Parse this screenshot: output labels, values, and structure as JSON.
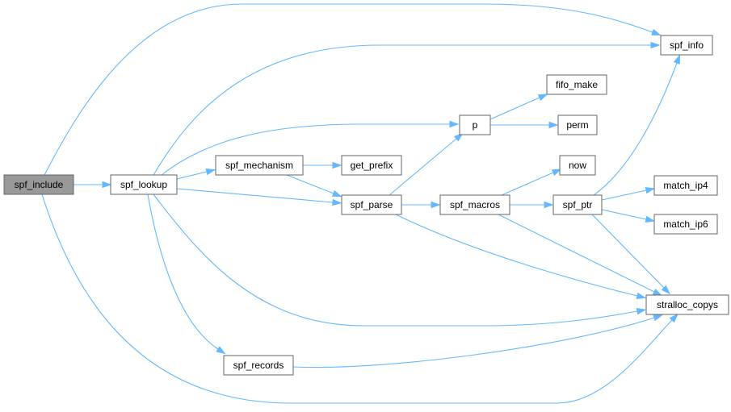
{
  "colors": {
    "edge": "#63b8ff",
    "node_border": "#666666",
    "node_fill": "#ffffff",
    "root_fill": "#999999",
    "text": "#000000"
  },
  "nodes": {
    "spf_include": {
      "label": "spf_include",
      "root": true
    },
    "spf_lookup": {
      "label": "spf_lookup"
    },
    "spf_mechanism": {
      "label": "spf_mechanism"
    },
    "get_prefix": {
      "label": "get_prefix"
    },
    "p": {
      "label": "p"
    },
    "fifo_make": {
      "label": "fifo_make"
    },
    "perm": {
      "label": "perm"
    },
    "spf_info": {
      "label": "spf_info"
    },
    "now": {
      "label": "now"
    },
    "spf_parse": {
      "label": "spf_parse"
    },
    "spf_macros": {
      "label": "spf_macros"
    },
    "spf_ptr": {
      "label": "spf_ptr"
    },
    "match_ip4": {
      "label": "match_ip4"
    },
    "match_ip6": {
      "label": "match_ip6"
    },
    "stralloc_copys": {
      "label": "stralloc_copys"
    },
    "spf_records": {
      "label": "spf_records"
    }
  },
  "edges": [
    [
      "spf_include",
      "spf_lookup"
    ],
    [
      "spf_include",
      "spf_info"
    ],
    [
      "spf_include",
      "stralloc_copys"
    ],
    [
      "spf_lookup",
      "spf_info"
    ],
    [
      "spf_lookup",
      "p"
    ],
    [
      "spf_lookup",
      "spf_mechanism"
    ],
    [
      "spf_lookup",
      "spf_parse"
    ],
    [
      "spf_lookup",
      "stralloc_copys"
    ],
    [
      "spf_lookup",
      "spf_records"
    ],
    [
      "spf_mechanism",
      "get_prefix"
    ],
    [
      "spf_mechanism",
      "spf_parse"
    ],
    [
      "spf_parse",
      "p"
    ],
    [
      "spf_parse",
      "spf_macros"
    ],
    [
      "spf_parse",
      "stralloc_copys"
    ],
    [
      "p",
      "fifo_make"
    ],
    [
      "p",
      "perm"
    ],
    [
      "spf_macros",
      "now"
    ],
    [
      "spf_macros",
      "spf_ptr"
    ],
    [
      "spf_macros",
      "stralloc_copys"
    ],
    [
      "spf_ptr",
      "spf_info"
    ],
    [
      "spf_ptr",
      "match_ip4"
    ],
    [
      "spf_ptr",
      "match_ip6"
    ],
    [
      "spf_ptr",
      "stralloc_copys"
    ],
    [
      "spf_records",
      "stralloc_copys"
    ]
  ]
}
